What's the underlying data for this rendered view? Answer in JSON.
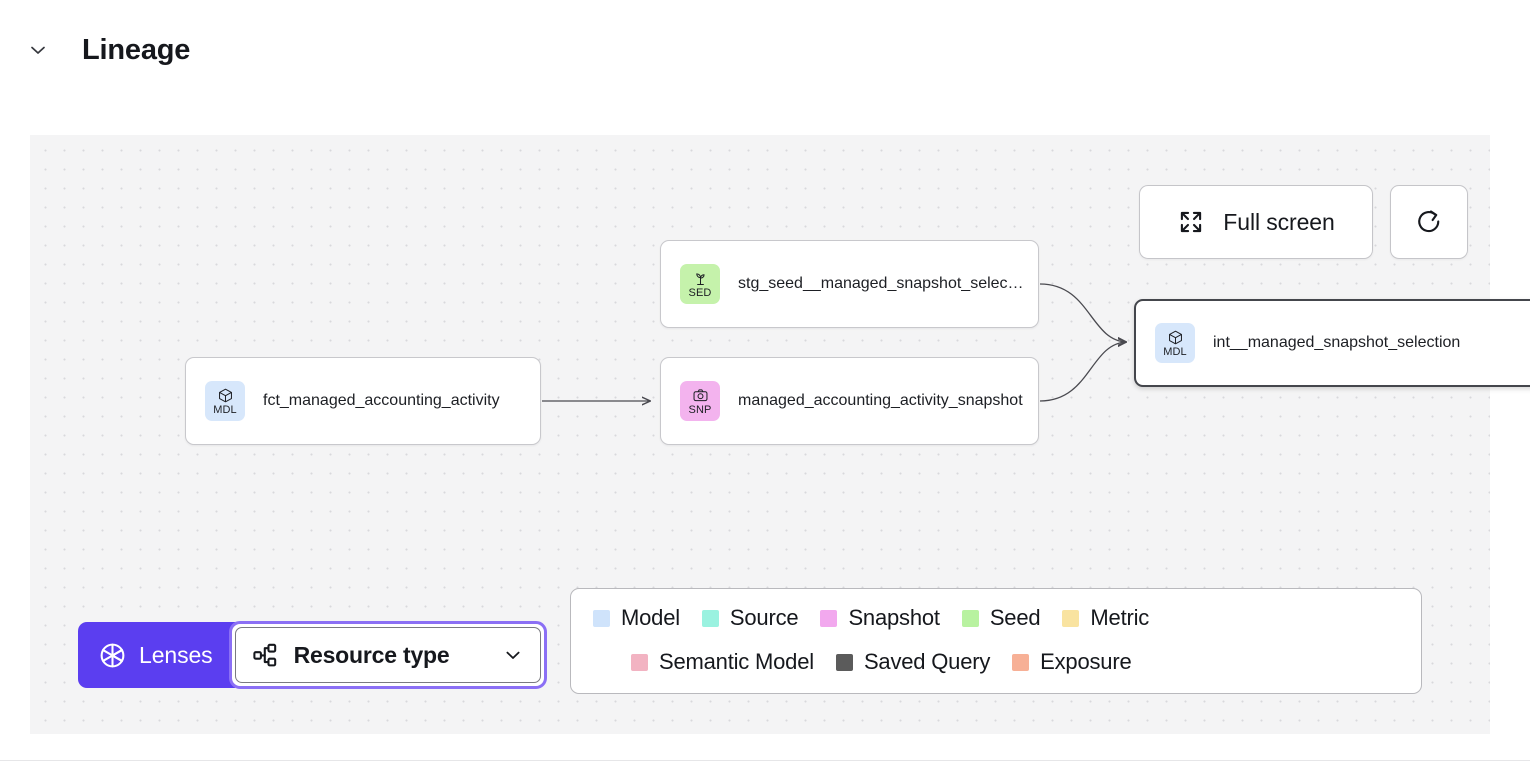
{
  "header": {
    "title": "Lineage",
    "collapse_icon": "chevron-down-icon"
  },
  "canvas": {
    "background_color": "#f4f4f5",
    "dot_color": "#d8d8dc",
    "toolbar": {
      "fullscreen_label": "Full screen",
      "fullscreen_icon": "expand-arrows-icon",
      "refresh_icon": "refresh-icon"
    }
  },
  "graph": {
    "nodes": [
      {
        "id": "fct",
        "label": "fct_managed_accounting_activity",
        "type_code": "MDL",
        "type_name": "Model",
        "badge_color": "#d7e7fb",
        "badge_icon": "cube-icon",
        "selected": false
      },
      {
        "id": "stg",
        "label": "stg_seed__managed_snapshot_selecti...",
        "type_code": "SED",
        "type_name": "Seed",
        "badge_color": "#c5f2ab",
        "badge_icon": "sprout-icon",
        "selected": false
      },
      {
        "id": "snp",
        "label": "managed_accounting_activity_snapshot",
        "type_code": "SNP",
        "type_name": "Snapshot",
        "badge_color": "#f3b3ee",
        "badge_icon": "camera-icon",
        "selected": false
      },
      {
        "id": "int",
        "label": "int__managed_snapshot_selection",
        "type_code": "MDL",
        "type_name": "Model",
        "badge_color": "#d7e7fb",
        "badge_icon": "cube-icon",
        "selected": true
      }
    ],
    "edges": [
      {
        "from": "fct",
        "to": "snp"
      },
      {
        "from": "stg",
        "to": "int"
      },
      {
        "from": "snp",
        "to": "int"
      }
    ],
    "edge_color": "#4a4a50"
  },
  "controls": {
    "lenses_label": "Lenses",
    "lenses_icon": "aperture-icon",
    "lenses_color": "#5b3ef0",
    "resource_type_label": "Resource type",
    "resource_type_icon": "hierarchy-icon",
    "resource_type_chevron": "chevron-down-icon",
    "focus_ring_color": "#8b6ff5"
  },
  "legend": {
    "rows": [
      [
        {
          "label": "Model",
          "color": "#cfe3fb"
        },
        {
          "label": "Source",
          "color": "#9af2e0"
        },
        {
          "label": "Snapshot",
          "color": "#f2a8ee"
        },
        {
          "label": "Seed",
          "color": "#b8f2a0"
        },
        {
          "label": "Metric",
          "color": "#f9e3a0"
        }
      ],
      [
        {
          "label": "Semantic Model",
          "color": "#f2b3c2"
        },
        {
          "label": "Saved Query",
          "color": "#5b5b5b"
        },
        {
          "label": "Exposure",
          "color": "#f7b096"
        }
      ]
    ]
  }
}
